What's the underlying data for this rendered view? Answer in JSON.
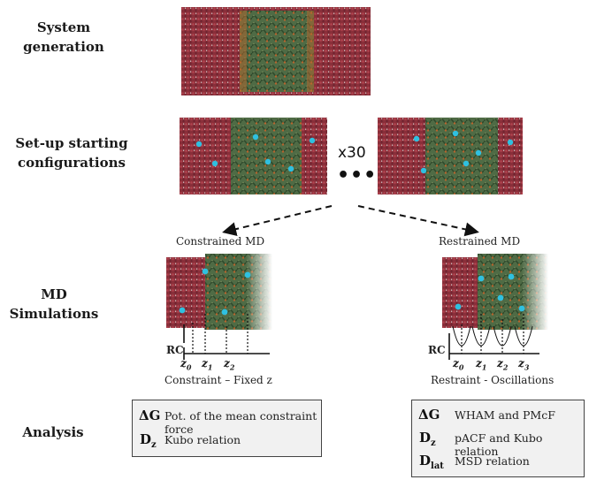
{
  "stages": {
    "generation": [
      "System",
      "generation"
    ],
    "setup": [
      "Set-up starting",
      "configurations"
    ],
    "md": [
      "MD",
      "Simulations"
    ],
    "analysis": "Analysis"
  },
  "setup_multiplier": "x30",
  "setup_ellipsis": "•••",
  "constrained": {
    "title": "Constrained MD",
    "axis_label": "RC",
    "ticks": [
      "z",
      "z",
      "z"
    ],
    "tick_subs": [
      "0",
      "1",
      "2"
    ],
    "caption": "Constraint – Fixed z"
  },
  "restrained": {
    "title": "Restrained MD",
    "axis_label": "RC",
    "ticks": [
      "z",
      "z",
      "z",
      "z"
    ],
    "tick_subs": [
      "0",
      "1",
      "2",
      "3"
    ],
    "caption": "Restraint - Oscillations"
  },
  "analysis_left": [
    {
      "symbol": "ΔG",
      "sub": "",
      "text": "Pot. of the mean constraint force"
    },
    {
      "symbol": "D",
      "sub": "z",
      "text": "Kubo relation"
    }
  ],
  "analysis_right": [
    {
      "symbol": "ΔG",
      "sub": "",
      "text": "WHAM and PMcF"
    },
    {
      "symbol": "D",
      "sub": "z",
      "text": "pACF and Kubo relation"
    },
    {
      "symbol": "D",
      "sub": "lat",
      "text": "MSD relation"
    }
  ],
  "colors": {
    "water": "#8a2f3a",
    "membrane": "#4f6b45",
    "membrane_alt": "#b8652e",
    "solute": "#2fc0e0",
    "box_bg": "#f1f1f1"
  }
}
